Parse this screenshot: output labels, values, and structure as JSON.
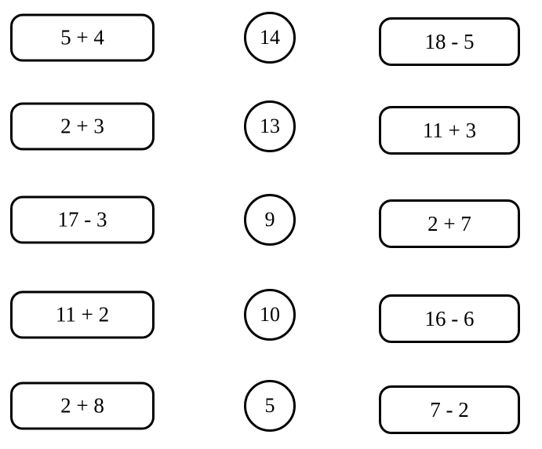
{
  "worksheet": {
    "description": "math-matching-worksheet",
    "colors": {
      "outline": "#000000",
      "background": "#ffffff",
      "text": "#000000"
    },
    "rows": [
      {
        "left_expression": "5 + 4",
        "answer": "14",
        "right_expression": "18 - 5"
      },
      {
        "left_expression": "2 + 3",
        "answer": "13",
        "right_expression": "11 + 3"
      },
      {
        "left_expression": "17 - 3",
        "answer": "9",
        "right_expression": "2 + 7"
      },
      {
        "left_expression": "11 + 2",
        "answer": "10",
        "right_expression": "16 - 6"
      },
      {
        "left_expression": "2 + 8",
        "answer": "5",
        "right_expression": "7 - 2"
      }
    ]
  }
}
